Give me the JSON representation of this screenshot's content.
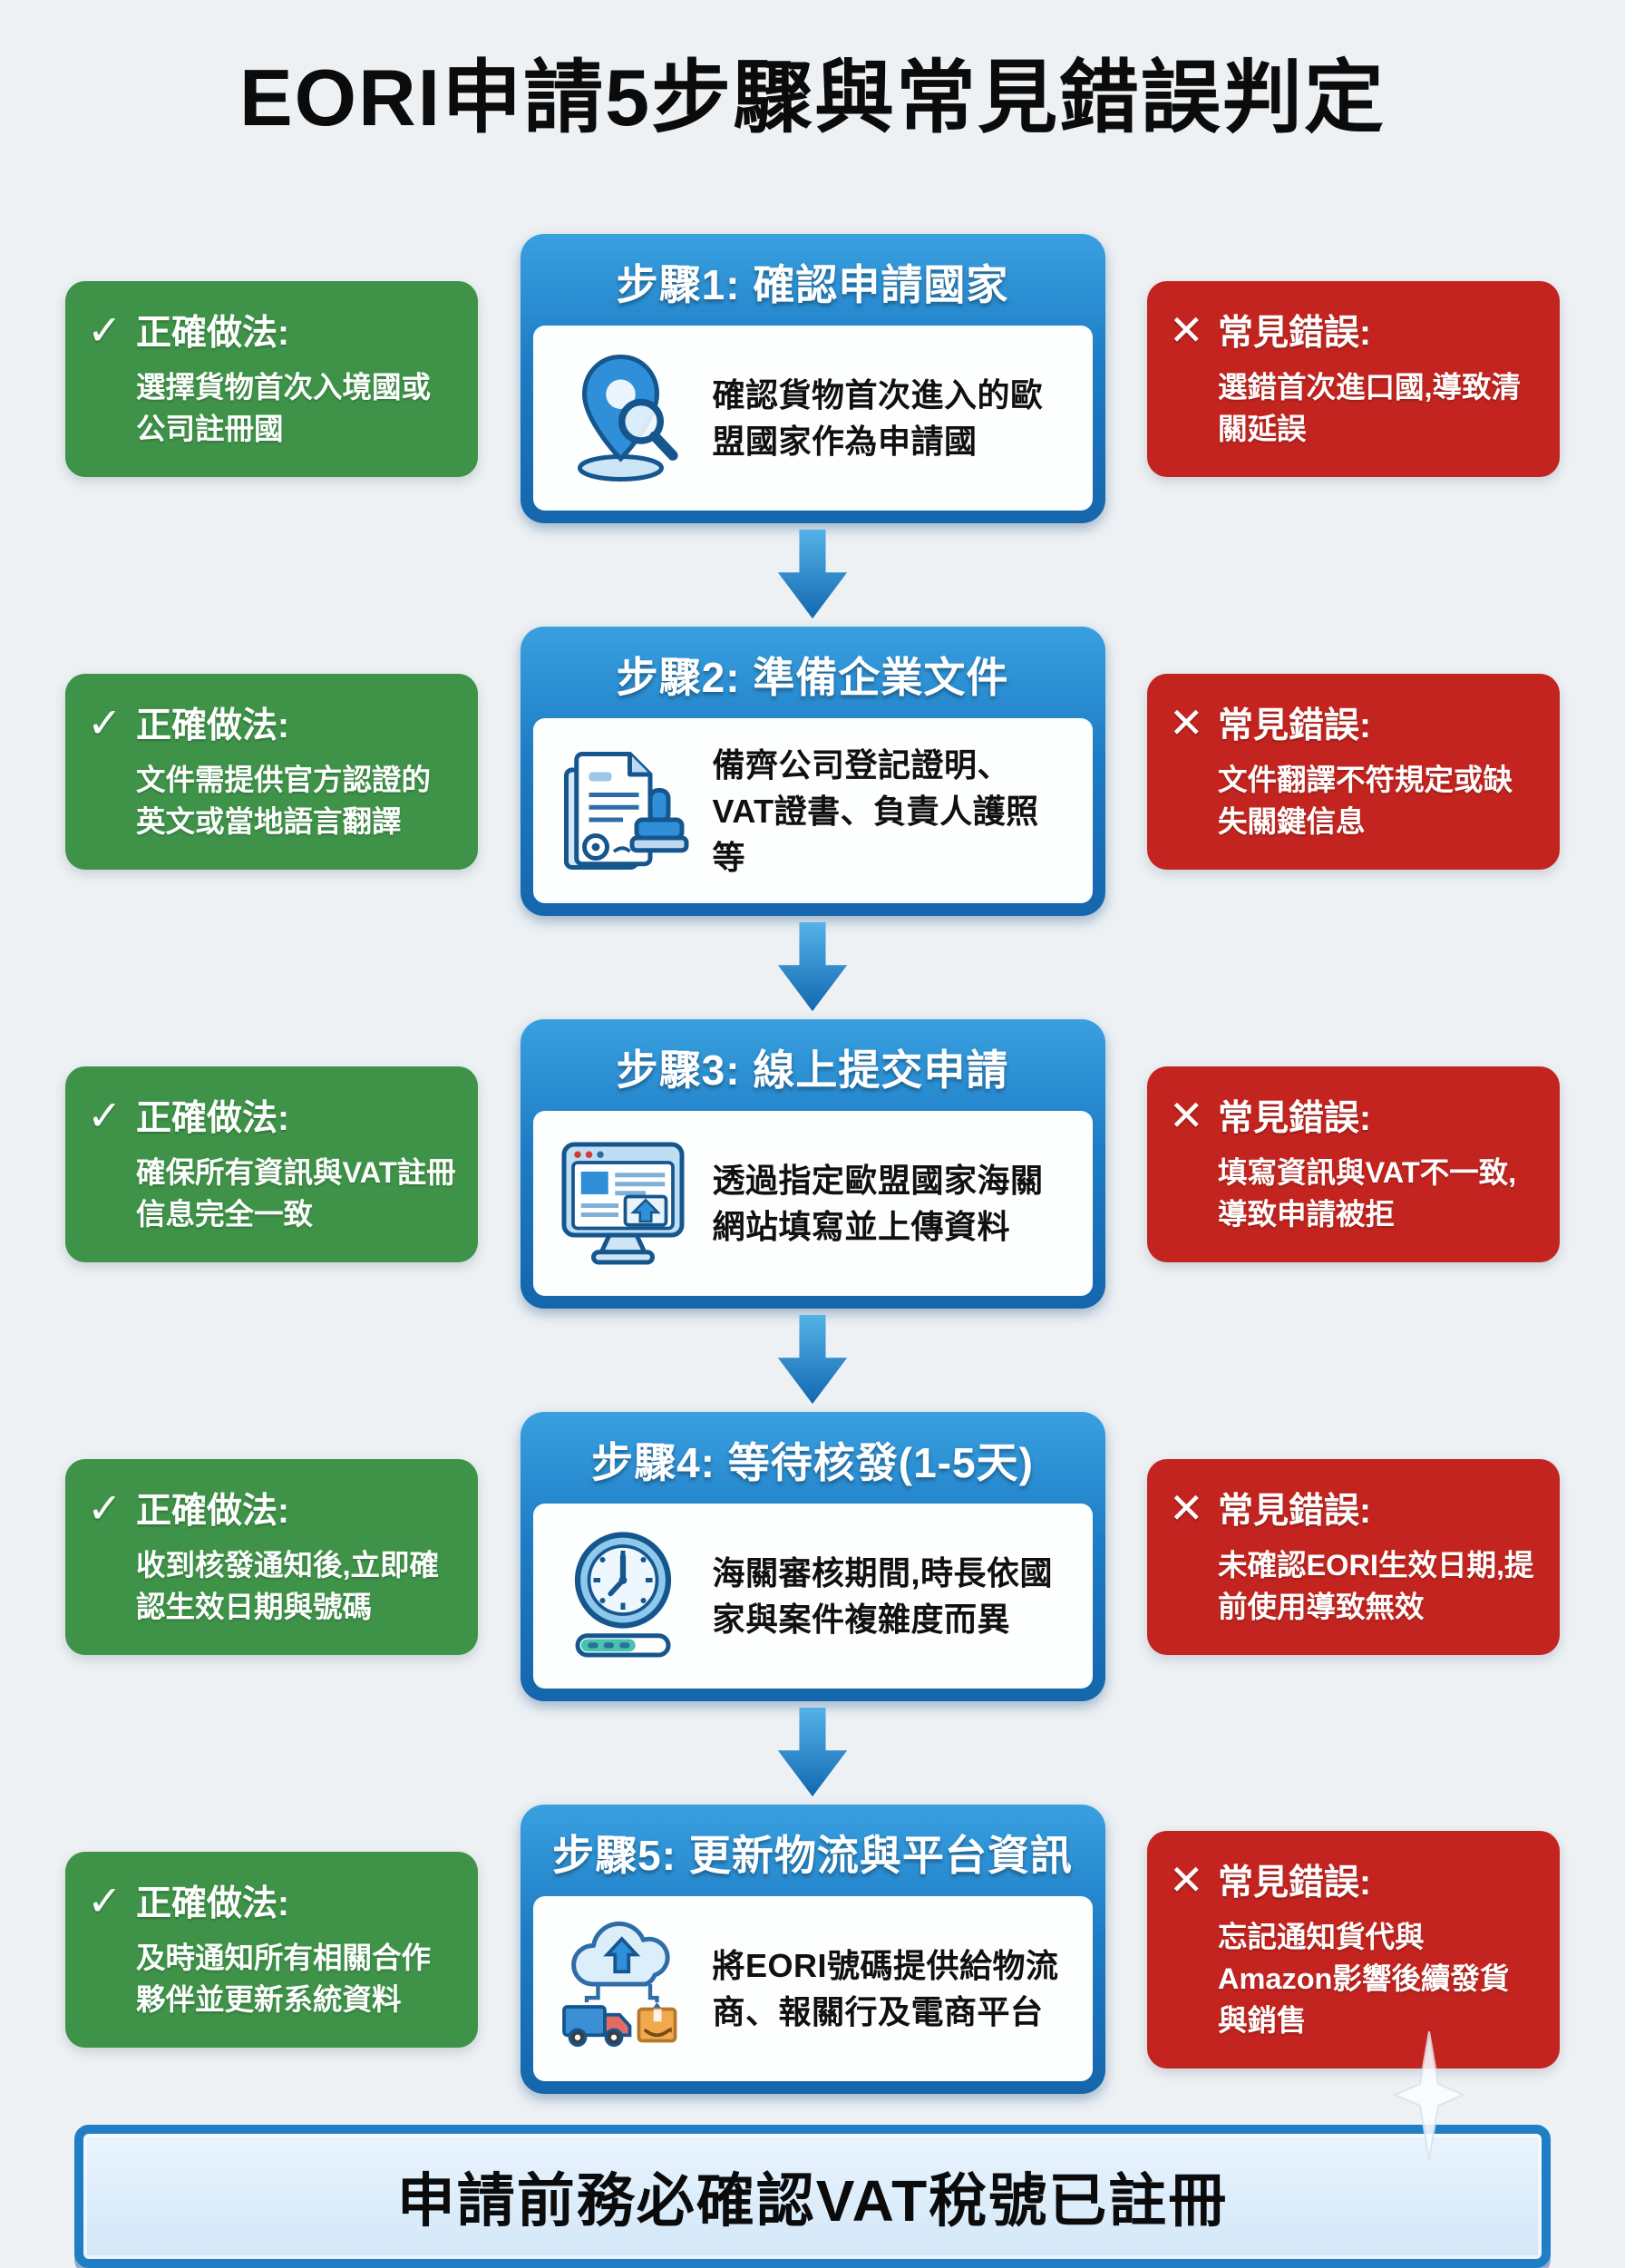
{
  "title": "EORI申請5步驟與常見錯誤判定",
  "labels": {
    "correct_title": "正確做法:",
    "error_title": "常見錯誤:",
    "check": "✓",
    "cross": "✕"
  },
  "steps": [
    {
      "header": "步驟1: 確認申請國家",
      "body": "確認貨物首次進入的歐盟國家作為申請國",
      "icon": "location-search-icon",
      "correct": "選擇貨物首次入境國或公司註冊國",
      "error": "選錯首次進口國,導致清關延誤"
    },
    {
      "header": "步驟2: 準備企業文件",
      "body": "備齊公司登記證明、VAT證書、負責人護照等",
      "icon": "documents-stamp-icon",
      "correct": "文件需提供官方認證的英文或當地語言翻譯",
      "error": "文件翻譯不符規定或缺失關鍵信息"
    },
    {
      "header": "步驟3: 線上提交申請",
      "body": "透過指定歐盟國家海關網站填寫並上傳資料",
      "icon": "monitor-upload-icon",
      "correct": "確保所有資訊與VAT註冊信息完全一致",
      "error": "填寫資訊與VAT不一致,導致申請被拒"
    },
    {
      "header": "步驟4: 等待核發(1-5天)",
      "body": "海關審核期間,時長依國家與案件複雜度而異",
      "icon": "clock-progress-icon",
      "correct": "收到核發通知後,立即確認生效日期與號碼",
      "error": "未確認EORI生效日期,提前使用導致無效"
    },
    {
      "header": "步驟5: 更新物流與平台資訊",
      "body": "將EORI號碼提供給物流商、報關行及電商平台",
      "icon": "cloud-upload-logistics-icon",
      "correct": "及時通知所有相關合作夥伴並更新系統資料",
      "error": "忘記通知貨代與Amazon影響後續發貨與銷售"
    }
  ],
  "footer": {
    "note": "申請前務必確認VAT稅號已註冊"
  },
  "colors": {
    "background": "#edf1f4",
    "green": "#3e9348",
    "red": "#c3241f",
    "card_blue": "#1d7cc5",
    "card_blue_dark": "#1566ac",
    "arrow_blue": "#2387cd",
    "banner_fill": "#d7eaf9",
    "banner_border": "#1f7ec6",
    "text_dark": "#101010",
    "text_light": "#ffffff"
  }
}
